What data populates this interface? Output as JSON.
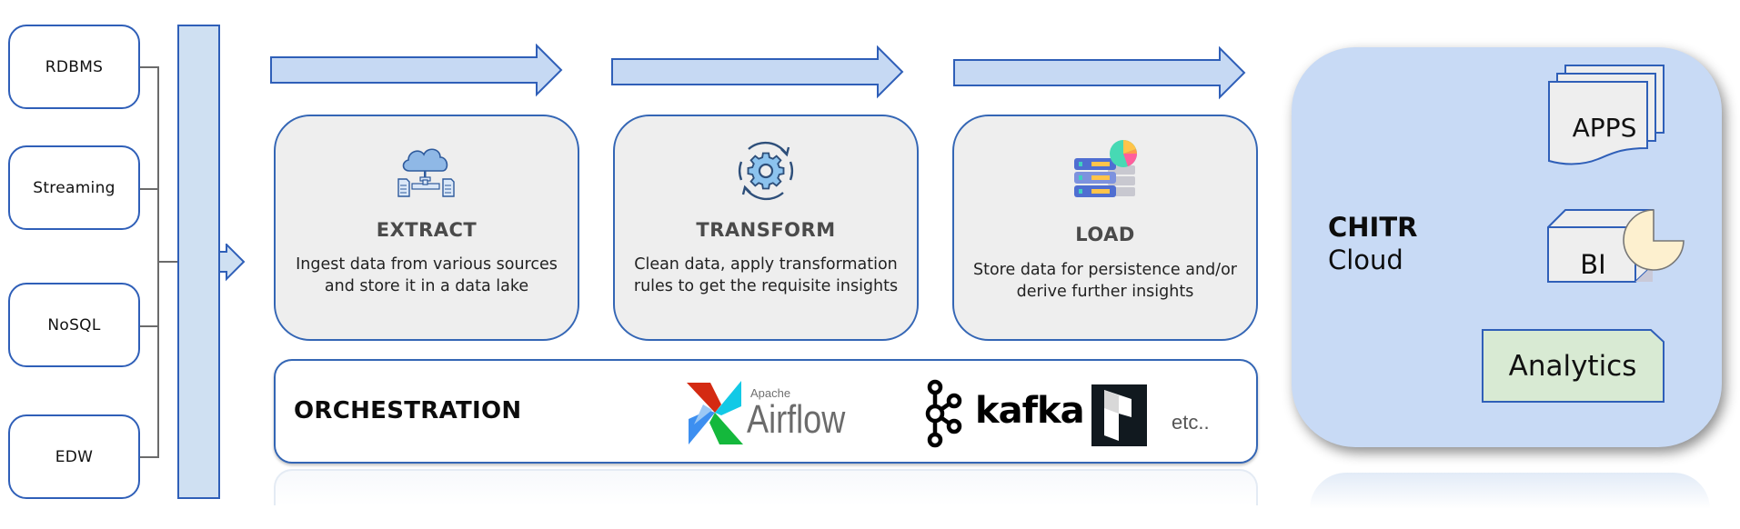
{
  "sources": [
    {
      "label": "RDBMS"
    },
    {
      "label": "Streaming"
    },
    {
      "label": "NoSQL"
    },
    {
      "label": "EDW"
    }
  ],
  "stages": [
    {
      "title": "EXTRACT",
      "description": "Ingest data from various sources and store it in a data lake",
      "icon": "cloud-pipeline-icon"
    },
    {
      "title": "TRANSFORM",
      "description": "Clean data, apply transformation rules to get the requisite insights",
      "icon": "gear-cycle-icon"
    },
    {
      "title": "LOAD",
      "description": "Store data for persistence and/or derive further insights",
      "icon": "server-pie-chart-icon"
    }
  ],
  "orchestration": {
    "title": "ORCHESTRATION",
    "tools": [
      {
        "name": "Apache Airflow",
        "brand_small": "Apache",
        "brand_large": "Airflow"
      },
      {
        "name": "Kafka",
        "label": "kafka"
      },
      {
        "name": "Prefect",
        "label": ""
      }
    ],
    "etc_label": "etc.."
  },
  "cloud": {
    "title_bold": "CHITR",
    "title_regular": "Cloud",
    "items": [
      {
        "label": "APPS",
        "shape": "stacked-documents"
      },
      {
        "label": "BI",
        "shape": "cube-with-pie"
      },
      {
        "label": "Analytics",
        "shape": "snipped-rectangle"
      }
    ]
  },
  "colors": {
    "border_blue": "#2f5fb8",
    "arrow_fill": "#c6d9f3",
    "card_fill": "#eeeeee",
    "cloud_fill": "#c8daf5",
    "analytics_fill": "#d8ead3",
    "bi_pie_fill": "#fdf0cf"
  }
}
